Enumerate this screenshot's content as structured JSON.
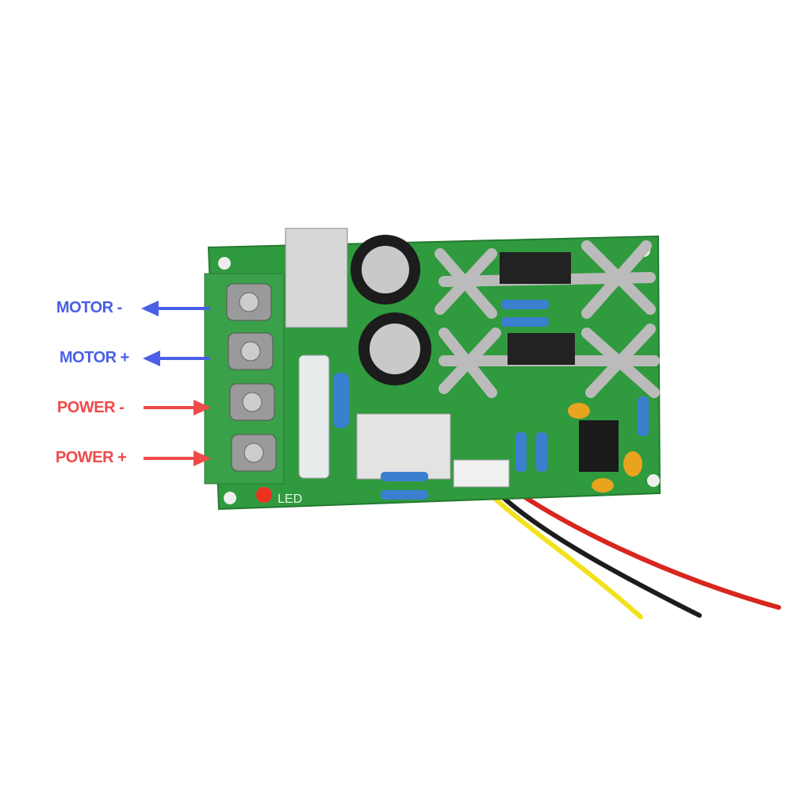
{
  "labels": [
    {
      "text": "MOTOR -",
      "direction": "out",
      "color": "#4a5fe6"
    },
    {
      "text": "MOTOR +",
      "direction": "out",
      "color": "#4a5fe6"
    },
    {
      "text": "POWER -",
      "direction": "in",
      "color": "#ee4b4b"
    },
    {
      "text": "POWER +",
      "direction": "in",
      "color": "#ee4b4b"
    }
  ],
  "board": {
    "silkscreen_led": "LED",
    "pcb_color": "#2f9a3e",
    "terminal_color": "#3aa04a"
  },
  "wires": [
    "yellow",
    "black",
    "red"
  ]
}
